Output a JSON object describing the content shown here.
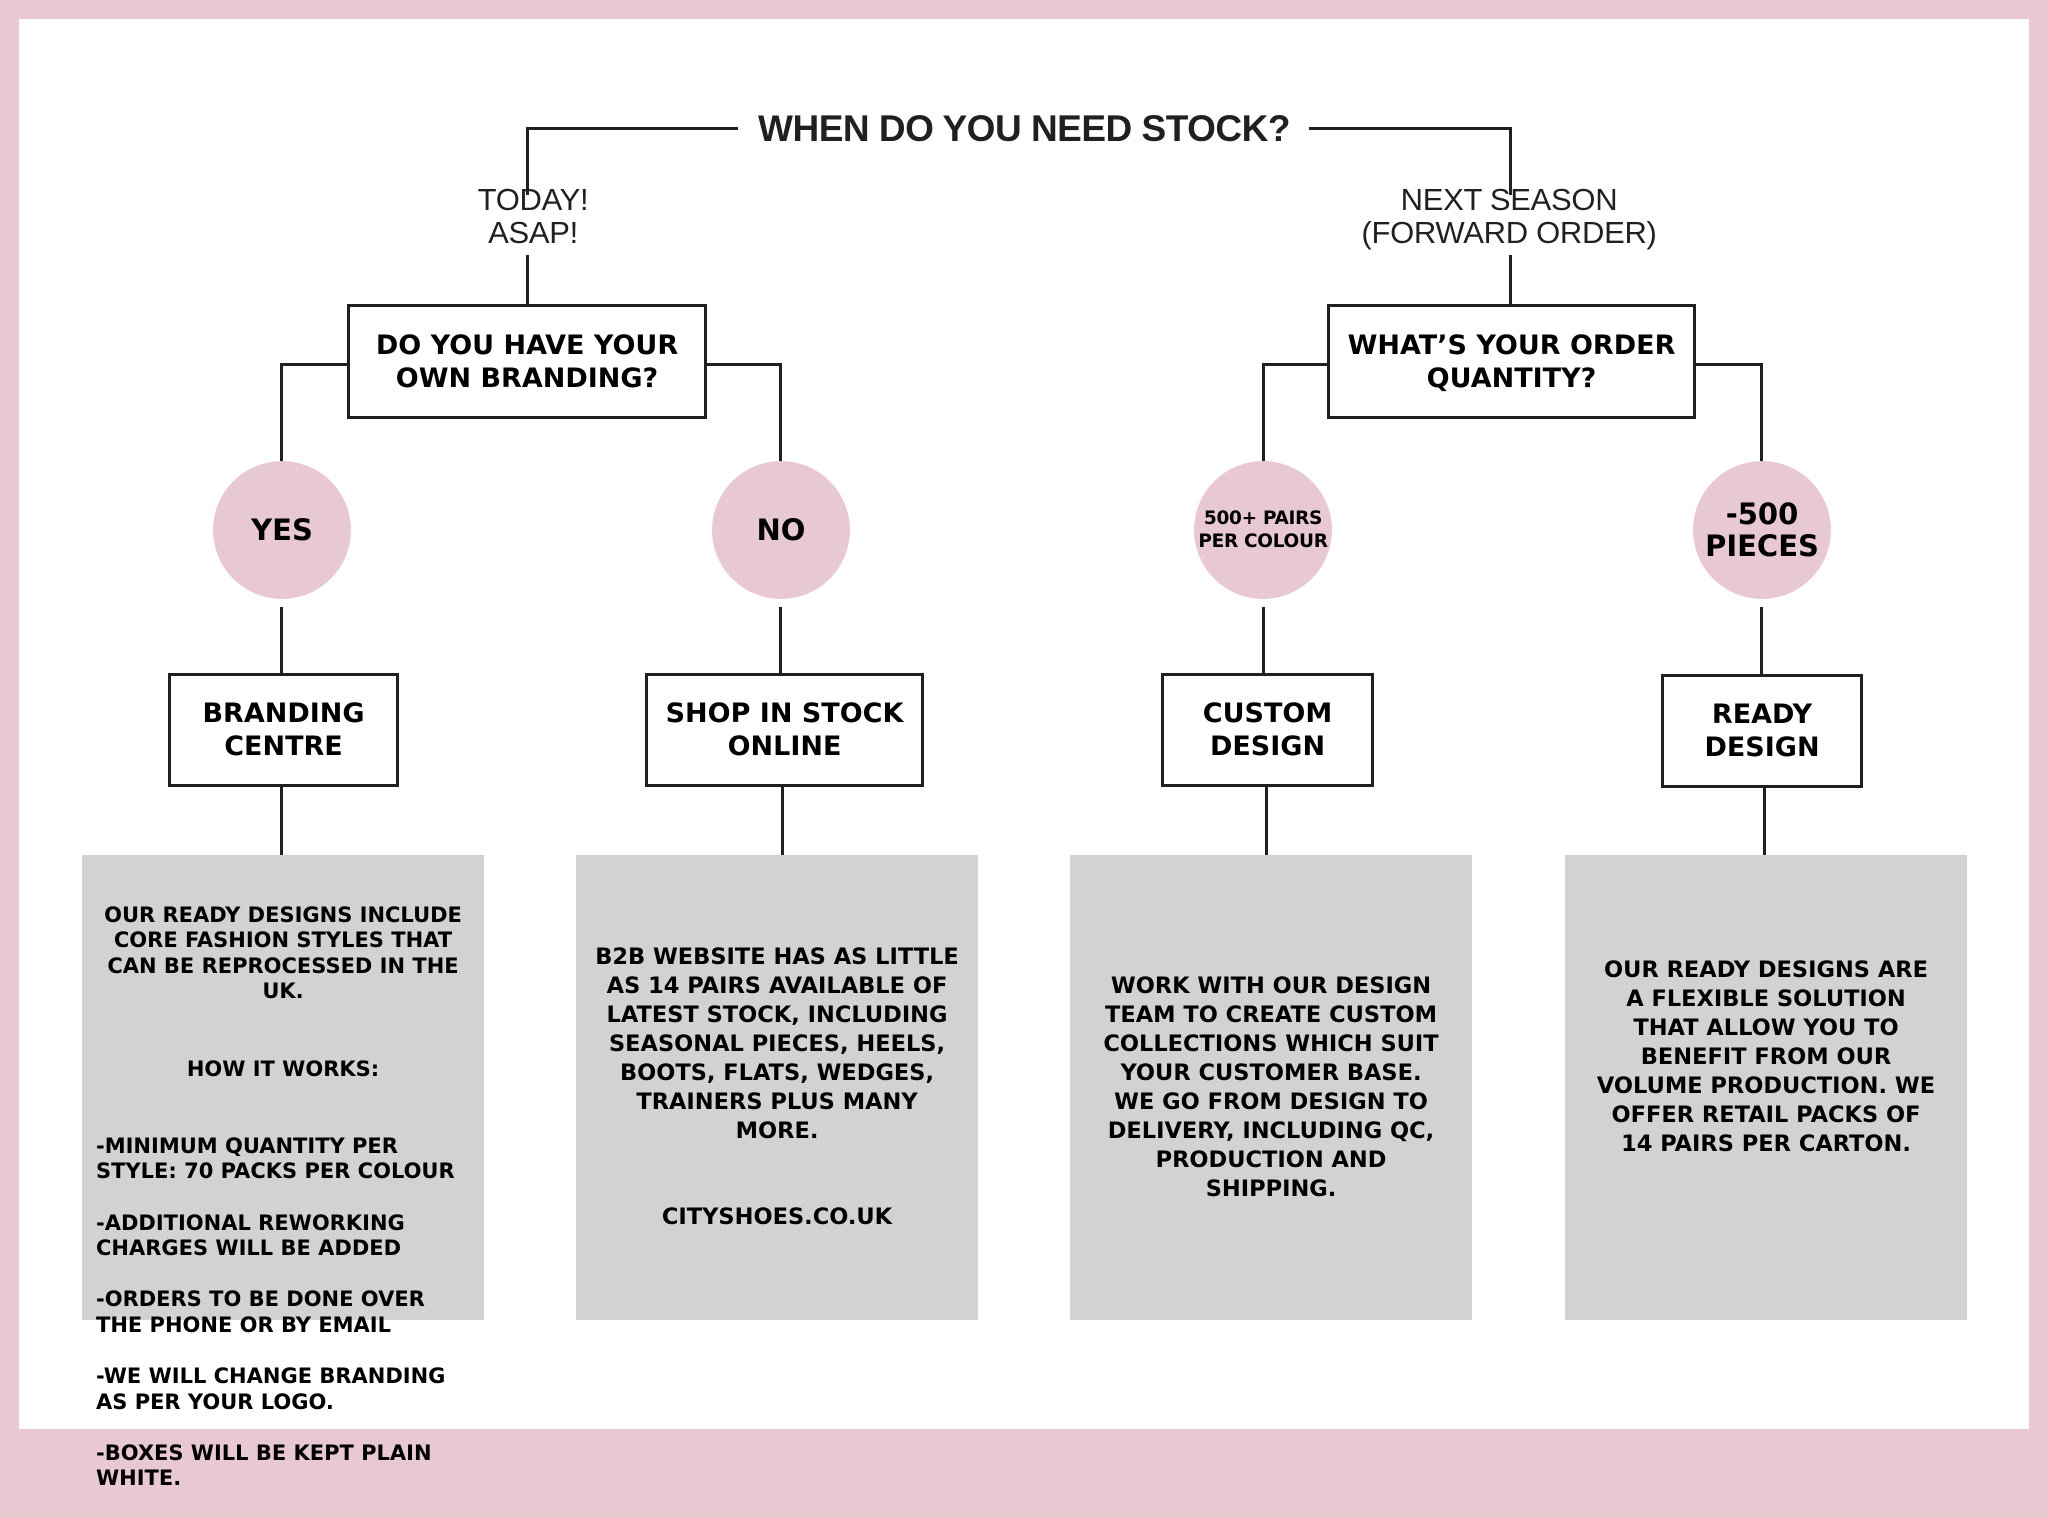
{
  "colors": {
    "frame_pink": "#e8c8d1",
    "circle_pink": "#e8c8d1",
    "info_gray": "#d2d2d4",
    "line_dark": "#231f20",
    "background": "#ffffff"
  },
  "root": {
    "question": "WHEN DO YOU NEED STOCK?"
  },
  "branches": [
    {
      "timing_label": "TODAY!\nASAP!",
      "question": "DO YOU HAVE YOUR\nOWN BRANDING?",
      "options": [
        {
          "circle_label": "YES",
          "result": "BRANDING\nCENTRE",
          "info_intro": "OUR READY DESIGNS INCLUDE CORE FASHION STYLES THAT CAN BE REPROCESSED IN THE UK.",
          "info_heading": "HOW IT WORKS:",
          "info_points": [
            "-MINIMUM QUANTITY PER STYLE: 70 PACKS PER COLOUR",
            "-ADDITIONAL REWORKING CHARGES WILL BE ADDED",
            "-ORDERS TO BE DONE OVER THE PHONE OR BY EMAIL",
            "-WE WILL CHANGE BRANDING AS PER YOUR LOGO.",
            "-BOXES WILL BE KEPT PLAIN WHITE."
          ]
        },
        {
          "circle_label": "NO",
          "result": "SHOP IN STOCK\nONLINE",
          "info": "B2B WEBSITE HAS AS LITTLE AS 14 PAIRS AVAILABLE OF LATEST STOCK, INCLUDING SEASONAL PIECES, HEELS, BOOTS, FLATS, WEDGES, TRAINERS PLUS MANY MORE.",
          "info_link": "CITYSHOES.CO.UK"
        }
      ]
    },
    {
      "timing_label": "NEXT SEASON\n(FORWARD ORDER)",
      "question": "WHAT’S YOUR ORDER\nQUANTITY?",
      "options": [
        {
          "circle_label": "500+ PAIRS\nPER COLOUR",
          "result": "CUSTOM\nDESIGN",
          "info": "WORK WITH OUR DESIGN TEAM TO CREATE CUSTOM COLLECTIONS WHICH SUIT YOUR CUSTOMER BASE. WE GO FROM DESIGN TO DELIVERY, INCLUDING QC, PRODUCTION AND SHIPPING."
        },
        {
          "circle_label": "-500\nPIECES",
          "result": "READY\nDESIGN",
          "info": "OUR READY DESIGNS ARE A FLEXIBLE SOLUTION THAT ALLOW YOU TO BENEFIT FROM OUR VOLUME PRODUCTION. WE OFFER RETAIL PACKS OF 14 PAIRS PER CARTON."
        }
      ]
    }
  ]
}
